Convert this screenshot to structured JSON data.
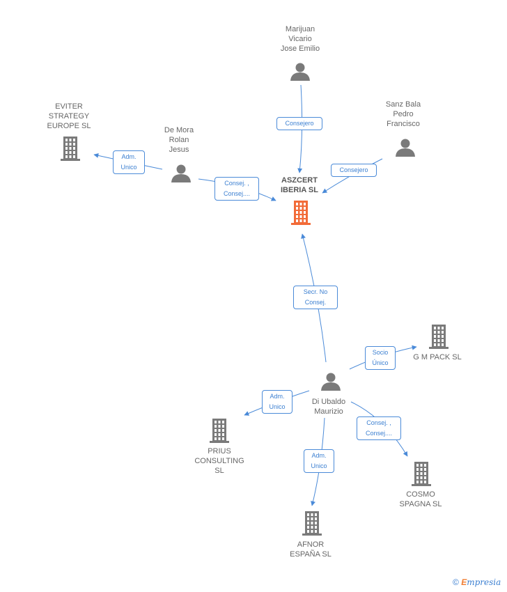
{
  "colors": {
    "edge": "#4a8ad8",
    "person_icon": "#7a7a7a",
    "company_icon": "#7a7a7a",
    "focus_company_icon": "#f26b38",
    "label_text": "#666666"
  },
  "nodes": [
    {
      "id": "marijuan",
      "type": "person",
      "label": "Marijuan\nVicario\nJose Emilio"
    },
    {
      "id": "sanz",
      "type": "person",
      "label": "Sanz Bala\nPedro\nFrancisco"
    },
    {
      "id": "demora",
      "type": "person",
      "label": "De Mora\nRolan\nJesus"
    },
    {
      "id": "eviter",
      "type": "company",
      "label": "EVITER\nSTRATEGY\nEUROPE  SL"
    },
    {
      "id": "aszcert",
      "type": "company",
      "focus": true,
      "label": "ASZCERT\nIBERIA  SL"
    },
    {
      "id": "diubaldo",
      "type": "person",
      "label": "Di Ubaldo\nMaurizio"
    },
    {
      "id": "gmpack",
      "type": "company",
      "label": "G M PACK  SL"
    },
    {
      "id": "prius",
      "type": "company",
      "label": "PRIUS\nCONSULTING\nSL"
    },
    {
      "id": "cosmo",
      "type": "company",
      "label": "COSMO\nSPAGNA  SL"
    },
    {
      "id": "afnor",
      "type": "company",
      "label": "AFNOR\nESPAÑA  SL"
    }
  ],
  "edges": [
    {
      "id": "e1",
      "from": "marijuan",
      "to": "aszcert",
      "label": "Consejero"
    },
    {
      "id": "e2",
      "from": "sanz",
      "to": "aszcert",
      "label": "Consejero"
    },
    {
      "id": "e3",
      "from": "demora",
      "to": "aszcert",
      "label": "Consej. ,\nConsej...."
    },
    {
      "id": "e4",
      "from": "demora",
      "to": "eviter",
      "label": "Adm.\nUnico"
    },
    {
      "id": "e5",
      "from": "diubaldo",
      "to": "aszcert",
      "label": "Secr.  No\nConsej."
    },
    {
      "id": "e6",
      "from": "diubaldo",
      "to": "gmpack",
      "label": "Socio\nÚnico"
    },
    {
      "id": "e7",
      "from": "diubaldo",
      "to": "prius",
      "label": "Adm.\nUnico"
    },
    {
      "id": "e8",
      "from": "diubaldo",
      "to": "cosmo",
      "label": "Consej. ,\nConsej...."
    },
    {
      "id": "e9",
      "from": "diubaldo",
      "to": "afnor",
      "label": "Adm.\nUnico"
    }
  ],
  "brand": {
    "symbol": "©",
    "initial": "E",
    "rest": "mpresia"
  }
}
